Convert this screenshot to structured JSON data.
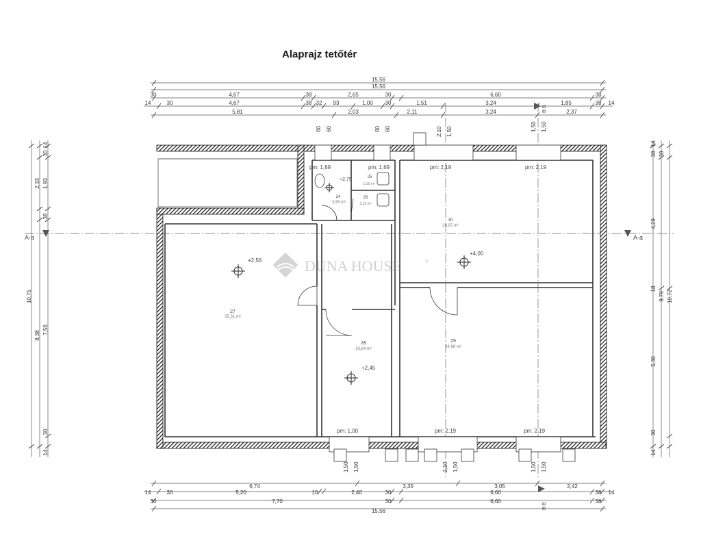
{
  "title": "Alaprajz tetőtér",
  "watermark": {
    "brand": "DUNA HOUSE",
    "reg": "®"
  },
  "section_marker": "A-a",
  "rooms": [
    {
      "number": "27",
      "area": "35,31 m²",
      "level": "+2,56"
    },
    {
      "number": "28",
      "area": "10,64 m²",
      "level": "+2,45"
    },
    {
      "number": "29",
      "area": "34,98 m²"
    },
    {
      "number": "30",
      "area": "28,97 m²",
      "level": "+4,00"
    },
    {
      "number": "24",
      "area": "3,55 m²",
      "level": "+2,75"
    },
    {
      "number": "25",
      "area": "1,19 m²"
    },
    {
      "number": "26",
      "area": "1,19 m²"
    }
  ],
  "parapets": {
    "top": [
      "pm: 1,69",
      "pm: 1,69",
      "pm: 2,19",
      "pm: 2,19"
    ],
    "bottom": [
      "pm: 1,00",
      "pm: 2,19",
      "pm: 2,19"
    ]
  },
  "dimensions": {
    "top": {
      "overall1": "15,56",
      "overall2": "15,56",
      "row3": [
        "30",
        "4,67",
        "38",
        "2,65",
        "30",
        "6,60",
        "38"
      ],
      "row4": [
        "14",
        "30",
        "4,67",
        "38",
        "32",
        "93",
        "1,00",
        "30",
        "1,51",
        "3,24",
        "1,85",
        "38",
        "14"
      ],
      "row5": [
        "5,81",
        "2,03",
        "2,11",
        "3,24",
        "2,37"
      ]
    },
    "bottom": {
      "row1": [
        "6,74",
        "3,35",
        "3,05",
        "2,42"
      ],
      "row2": [
        "14",
        "30",
        "5,20",
        "10",
        "2,40",
        "30",
        "6,60",
        "38",
        "14"
      ],
      "row3": [
        "30",
        "7,70",
        "30",
        "6,60",
        "38"
      ],
      "overall": "15,56"
    },
    "left": {
      "ticks": [
        "14",
        "30",
        "2,33",
        "1,93",
        "38",
        "10,75",
        "8,38",
        "7,56",
        "30",
        "14"
      ]
    },
    "right": {
      "ticks": [
        "14",
        "38",
        "38",
        "4,29",
        "18",
        "9,79",
        "10,72",
        "5,30",
        "30",
        "14"
      ]
    },
    "openings_top": [
      "60",
      "60",
      "60",
      "60",
      "2,10",
      "1,50",
      "1,50",
      "1,50"
    ],
    "openings_bottom": [
      "1,50",
      "1,50",
      "2,10",
      "1,50",
      "1,50",
      "1,50"
    ],
    "section_labels": [
      "B-B",
      "B-B"
    ]
  }
}
